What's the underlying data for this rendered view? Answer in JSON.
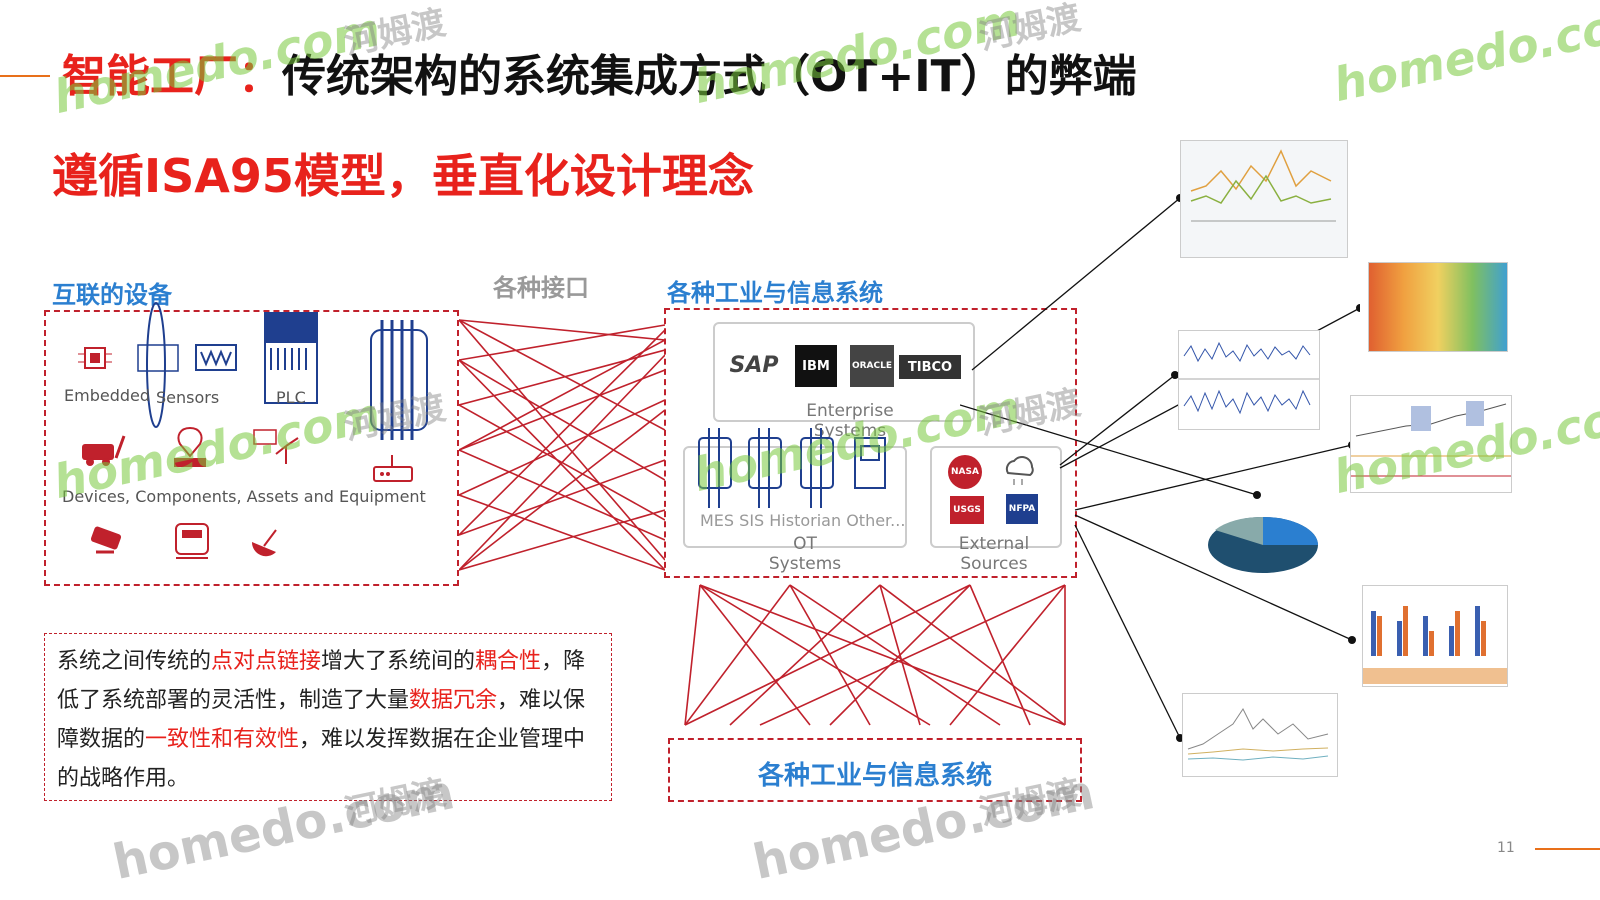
{
  "title": {
    "prefix": "智能工厂：",
    "main": "传统架构的系统集成方式（OT+IT）的弊端"
  },
  "subtitle": "遵循ISA95模型，垂直化设计理念",
  "devices_section": {
    "heading": "互联的设备",
    "labels": {
      "embedded": "Embedded",
      "sensors": "Sensors",
      "plc": "PLC",
      "caption": "Devices, Components, Assets and Equipment"
    }
  },
  "interfaces_label": "各种接口",
  "systems_section": {
    "heading": "各种工业与信息系统",
    "enterprise": {
      "logos": [
        "SAP",
        "IBM",
        "ORACLE",
        "TIBCO"
      ],
      "label_line1": "Enterprise",
      "label_line2": "Systems"
    },
    "ot": {
      "items": "MES   SIS   Historian   Other...",
      "label_line1": "OT",
      "label_line2": "Systems"
    },
    "external": {
      "logos": [
        "NASA",
        "USGS",
        "NFPA"
      ],
      "label_line1": "External",
      "label_line2": "Sources"
    }
  },
  "bottom_systems_label": "各种工业与信息系统",
  "note": {
    "p1": "系统之间传统的",
    "h1": "点对点链接",
    "p2": "增大了系统间的",
    "h2": "耦合性",
    "p3": "，降低了系统部署的灵活性，制造了大量",
    "h3": "数据冗余",
    "p4": "，难以保障数据的",
    "h4": "一致性和有效性",
    "p5": "，难以发挥数据在企业管理中的战略作用。"
  },
  "watermark": {
    "latin": "homedo.com",
    "cn": "河姆渡"
  },
  "page_number": "11",
  "colors": {
    "red": "#e8221c",
    "blue": "#2b7fd0",
    "line_red": "#c0212c",
    "accent_orange": "#e8701a"
  }
}
